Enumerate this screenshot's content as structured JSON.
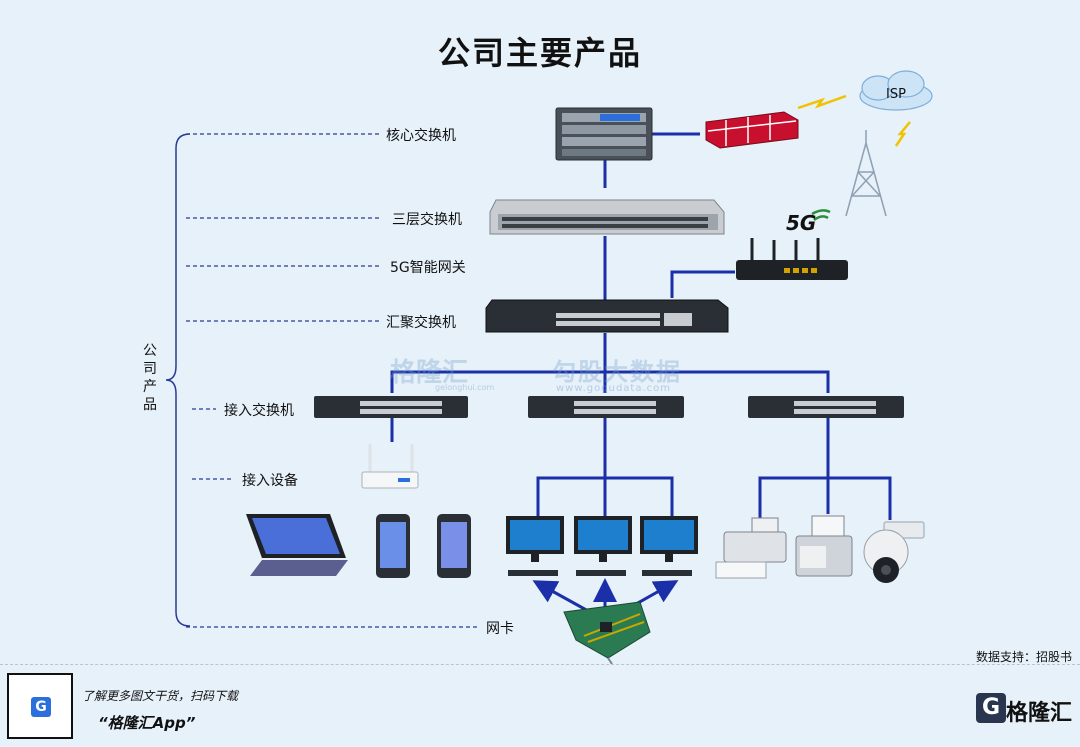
{
  "title": "公司主要产品",
  "tiers": {
    "core_switch": "核心交换机",
    "l3_switch": "三层交换机",
    "gateway_5g": "5G智能网关",
    "aggregation_switch": "汇聚交换机",
    "access_switch": "接入交换机",
    "access_devices": "接入设备",
    "nic": "网卡"
  },
  "group_label": "公司产品",
  "cloud_label": "ISP",
  "gateway_badge": "5G",
  "watermark": {
    "brand": "格隆汇",
    "brand_url": "gelonghui.com",
    "partner": "勾股大数据",
    "partner_url": "www.gogudata.com"
  },
  "source": "数据支持：招股书",
  "footer": {
    "promo_line": "了解更多图文干货，扫码下载",
    "app_name": "“格隆汇App”",
    "qr_logo": "G",
    "brand_logo": "G",
    "brand_name": "格隆汇"
  },
  "colors": {
    "background": "#e6f1fa",
    "link": "#1a2fa8",
    "guide_line": "#2a3a9a",
    "firewall": "#c8102e"
  }
}
